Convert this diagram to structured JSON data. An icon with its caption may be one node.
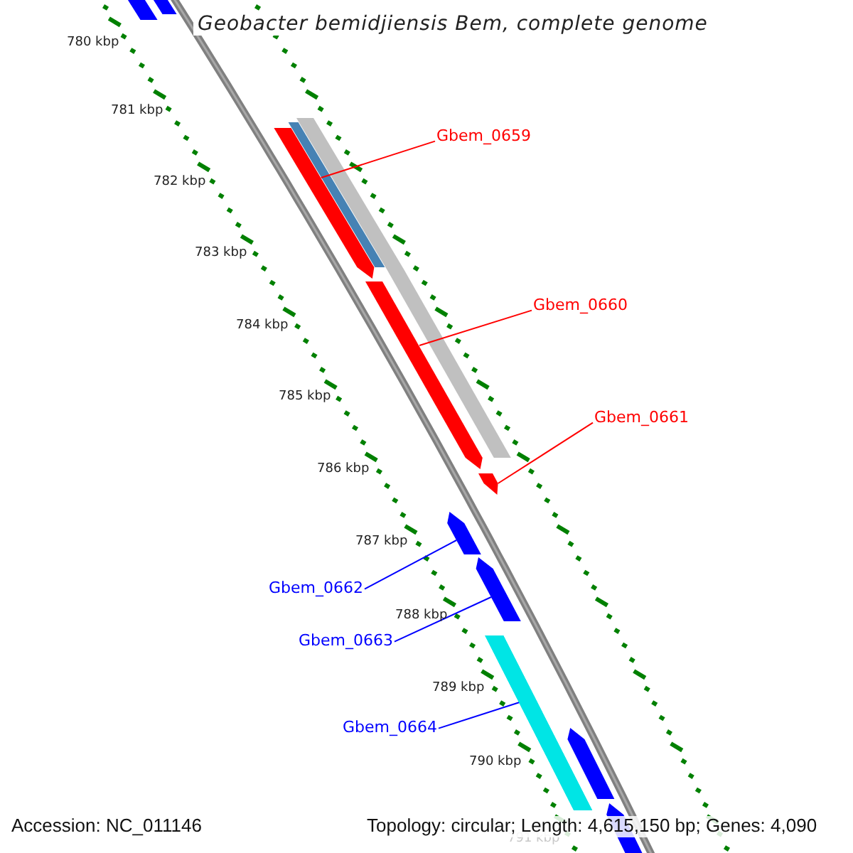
{
  "diagram": {
    "title": "Geobacter bemidjiensis Bem, complete genome",
    "nodes": [
      {
        "text": [
          "Gbem_0659"
        ]
      },
      {
        "text": [
          "Gbem_0660"
        ]
      },
      {
        "text": [
          "Gbem_0661"
        ]
      },
      {
        "text": [
          "Gbem_0662"
        ]
      },
      {
        "text": [
          "Gbem_0663"
        ]
      },
      {
        "text": [
          "Gbem_0664"
        ]
      },
      {
        "text": [],
        "shape": "bar"
      },
      {
        "text": [],
        "shape": "bar"
      },
      {
        "text": [],
        "shape": "bar"
      },
      {
        "text": [],
        "shape": "bar"
      },
      {
        "text": [],
        "shape": "bar"
      },
      {
        "text": [],
        "shape": "bar"
      }
    ],
    "edges": [
      {
        "from": 0,
        "to": 6,
        "arrow": "none",
        "color": "#ff0000"
      },
      {
        "from": 1,
        "to": 7,
        "arrow": "none",
        "color": "#ff0000"
      },
      {
        "from": 2,
        "to": 8,
        "arrow": "none",
        "color": "#ff0000"
      },
      {
        "from": 3,
        "to": 9,
        "arrow": "none",
        "color": "#0000ff"
      },
      {
        "from": 4,
        "to": 10,
        "arrow": "none",
        "color": "#0000ff"
      },
      {
        "from": 5,
        "to": 11,
        "arrow": "none",
        "color": "#0000ff"
      }
    ],
    "labels": [
      "780 kbp",
      "781 kbp",
      "782 kbp",
      "783 kbp",
      "784 kbp",
      "785 kbp",
      "786 kbp",
      "787 kbp",
      "788 kbp",
      "789 kbp",
      "790 kbp",
      "791 kbp",
      "Accession: NC_011146",
      "Topology: circular; Length: 4,615,150 bp; Genes: 4,090"
    ]
  }
}
